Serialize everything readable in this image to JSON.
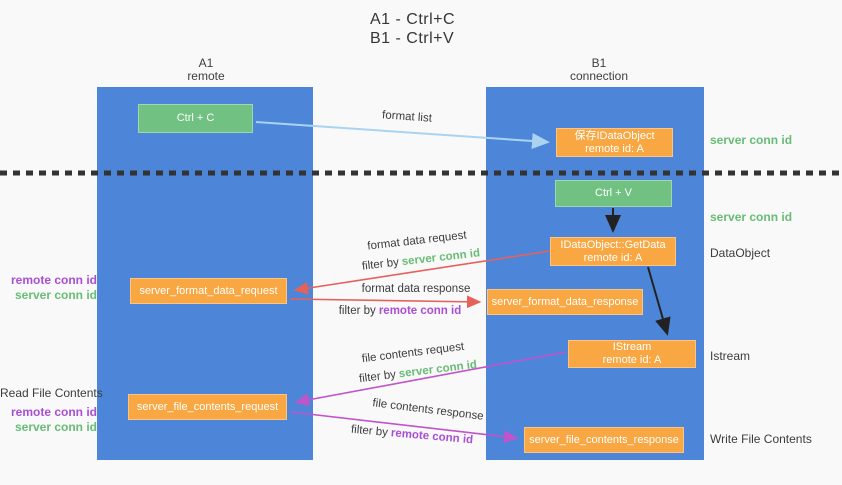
{
  "title": {
    "line1": "A1 - Ctrl+C",
    "line2": "B1 - Ctrl+V"
  },
  "columns": {
    "left": {
      "name": "A1",
      "role": "remote"
    },
    "right": {
      "name": "B1",
      "role": "connection"
    }
  },
  "nodes": {
    "ctrl_c": {
      "label": "Ctrl + C"
    },
    "ctrl_v": {
      "label": "Ctrl + V"
    },
    "save_dataobject": {
      "line1": "保存IDataObject",
      "line2": "remote id: A"
    },
    "getdata": {
      "line1": "IDataObject::GetData",
      "line2": "remote id: A"
    },
    "istream": {
      "line1": "IStream",
      "line2": "remote id: A"
    },
    "format_request": {
      "label": "server_format_data_request"
    },
    "format_response": {
      "label": "server_format_data_response"
    },
    "file_request": {
      "label": "server_file_contents_request"
    },
    "file_response": {
      "label": "server_file_contents_response"
    }
  },
  "edges": {
    "format_list": {
      "label": "format list"
    },
    "format_request": {
      "label": "format data request",
      "filter": "filter by",
      "key": "server conn id"
    },
    "format_response": {
      "label": "format data response",
      "filter": "filter by",
      "key": "remote conn id"
    },
    "file_request": {
      "label": "file contents request",
      "filter": "filter by",
      "key": "server conn id"
    },
    "file_response": {
      "label": "file contents response",
      "filter": "filter by",
      "key": "remote conn id"
    }
  },
  "side_labels": {
    "left": {
      "format_pair": {
        "remote": "remote conn id",
        "server": "server conn id"
      },
      "read_file": "Read File Contents",
      "file_pair": {
        "remote": "remote conn id",
        "server": "server conn id"
      }
    },
    "right": {
      "server_conn_top": "server conn id",
      "server_conn_mid": "server conn id",
      "dataobject": "DataObject",
      "istream": "Istream",
      "write_file": "Write File Contents"
    }
  },
  "colors": {
    "lane_blue": "#4d86d8",
    "node_green": "#71c183",
    "node_orange": "#f8a742",
    "text_green": "#67bd75",
    "text_purple": "#ab4fd2",
    "arrow_red": "#e5615c",
    "arrow_magenta": "#c153cb",
    "arrow_lightblue": "#a9d3f1",
    "arrow_black": "#222222",
    "background": "#f9f9f9"
  }
}
